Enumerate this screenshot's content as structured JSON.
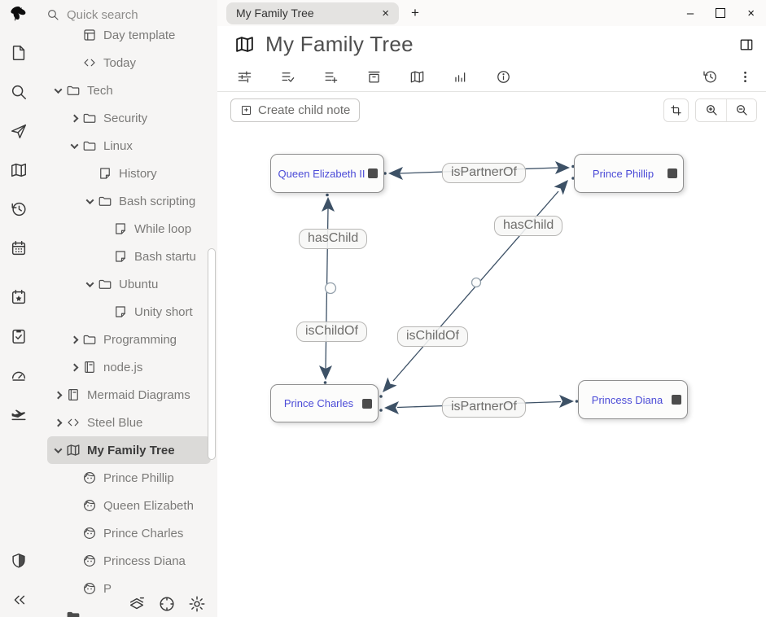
{
  "icon_bar": {
    "items": [
      "trilium-logo",
      "new-note",
      "search",
      "jump-to-note",
      "collections",
      "recent-changes",
      "calendar",
      "bookmarks",
      "task-list",
      "dashboard",
      "travel",
      "protected-session",
      "collapse-panel"
    ]
  },
  "sidebar": {
    "quick_search": "Quick search",
    "tree": {
      "items": [
        {
          "label": "Day template",
          "icon": "template",
          "depth": 2
        },
        {
          "label": "Today",
          "icon": "code",
          "depth": 2
        },
        {
          "label": "Tech",
          "icon": "folder",
          "depth": 1,
          "chevron": "down"
        },
        {
          "label": "Security",
          "icon": "folder",
          "depth": 2,
          "chevron": "right"
        },
        {
          "label": "Linux",
          "icon": "folder",
          "depth": 2,
          "chevron": "down"
        },
        {
          "label": "History",
          "icon": "note",
          "depth": 3
        },
        {
          "label": "Bash scripting",
          "icon": "folder",
          "depth": 3,
          "chevron": "down"
        },
        {
          "label": "While loop",
          "icon": "note",
          "depth": 4
        },
        {
          "label": "Bash startu",
          "icon": "note",
          "depth": 4
        },
        {
          "label": "Ubuntu",
          "icon": "folder",
          "depth": 3,
          "chevron": "down"
        },
        {
          "label": "Unity short",
          "icon": "note",
          "depth": 4
        },
        {
          "label": "Programming",
          "icon": "folder",
          "depth": 2,
          "chevron": "right"
        },
        {
          "label": "node.js",
          "icon": "book",
          "depth": 2,
          "chevron": "right"
        },
        {
          "label": "Mermaid Diagrams",
          "icon": "book",
          "depth": 1,
          "chevron": "right"
        },
        {
          "label": "Steel Blue",
          "icon": "code",
          "depth": 1,
          "chevron": "right"
        },
        {
          "label": "My Family Tree",
          "icon": "map",
          "depth": 1,
          "chevron": "down",
          "selected": true
        },
        {
          "label": "Prince Phillip",
          "icon": "person",
          "depth": 2
        },
        {
          "label": "Queen Elizabeth",
          "icon": "person",
          "depth": 2
        },
        {
          "label": "Prince Charles",
          "icon": "person",
          "depth": 2
        },
        {
          "label": "Princess Diana",
          "icon": "person",
          "depth": 2
        },
        {
          "label": "P",
          "icon": "person",
          "depth": 2
        },
        {
          "label": "",
          "icon": "folder",
          "depth": 1
        }
      ]
    },
    "bottom_icons": [
      "layers",
      "global-map",
      "settings"
    ]
  },
  "tab_bar": {
    "tabs": [
      {
        "label": "My Family Tree"
      }
    ],
    "close_glyph": "×",
    "new_tab_glyph": "+"
  },
  "window_controls": {
    "minimize": "–",
    "close": "×"
  },
  "note": {
    "title": "My Family Tree"
  },
  "ribbon": {
    "icons": [
      "basic-properties",
      "owned-attributes",
      "inherited-attributes",
      "archive",
      "relation-map",
      "note-size",
      "note-info"
    ],
    "right_icons": [
      "note-revisions",
      "more-options"
    ]
  },
  "toolbar": {
    "create_child_note": "Create child note",
    "right_buttons": [
      "reset-pan-zoom",
      "zoom-in",
      "zoom-out"
    ]
  },
  "graph": {
    "nodes": [
      {
        "label": "Queen Elizabeth II"
      },
      {
        "label": "Prince Phillip"
      },
      {
        "label": "Prince Charles"
      },
      {
        "label": "Princess Diana"
      }
    ],
    "labels": {
      "partner_top": "isPartnerOf",
      "haschild_left": "hasChild",
      "ischildof_left": "isChildOf",
      "haschild_right": "hasChild",
      "ischildof_right": "isChildOf",
      "partner_bottom": "isPartnerOf"
    },
    "relations": [
      {
        "between": [
          "Queen Elizabeth II",
          "Prince Phillip"
        ],
        "labels": [
          "isPartnerOf"
        ]
      },
      {
        "between": [
          "Queen Elizabeth II",
          "Prince Charles"
        ],
        "labels": [
          "hasChild",
          "isChildOf"
        ]
      },
      {
        "between": [
          "Prince Phillip",
          "Prince Charles"
        ],
        "labels": [
          "hasChild",
          "isChildOf"
        ]
      },
      {
        "between": [
          "Prince Charles",
          "Princess Diana"
        ],
        "labels": [
          "isPartnerOf"
        ]
      }
    ]
  },
  "colors": {
    "link": "#4b4bd7",
    "edge": "#3d5166",
    "sidebar_bg": "#f6f5f4",
    "tab_bg": "#e4e3e1",
    "selected_bg": "#dbdad8"
  }
}
